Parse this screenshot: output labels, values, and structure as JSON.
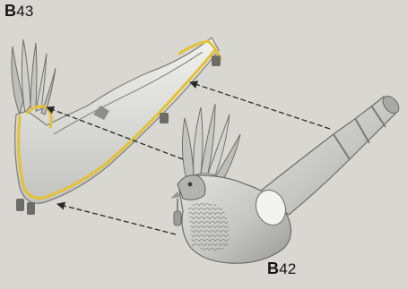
{
  "parts": [
    {
      "id": "b43",
      "letter": "B",
      "number": "43"
    },
    {
      "id": "b42",
      "letter": "B",
      "number": "42"
    }
  ],
  "colors": {
    "background": "#d9d7d2",
    "part_grey": "#c9c9c6",
    "part_shadow": "#8f8f8c",
    "outline_yellow": "#e3c23a",
    "arrow": "#2a2a2a",
    "label": "#141414"
  }
}
